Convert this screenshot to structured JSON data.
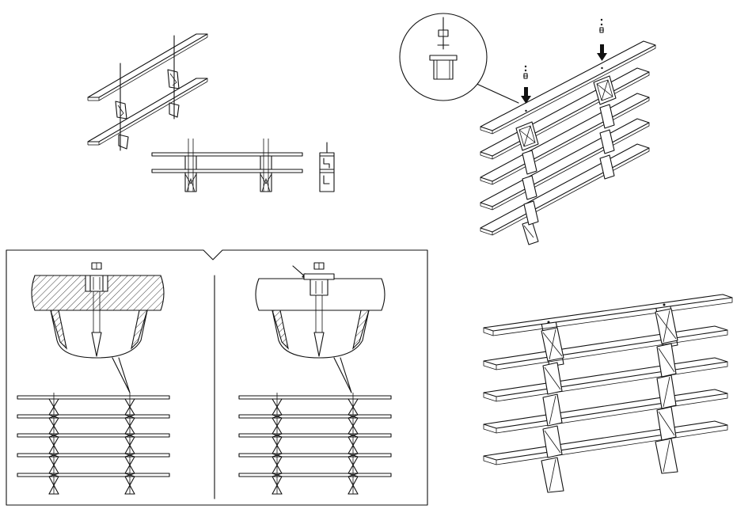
{
  "figure": {
    "steps": [
      {
        "id": "step-pair-exploded"
      },
      {
        "id": "step-insert-dowels"
      },
      {
        "id": "step-tighten-screws"
      },
      {
        "id": "step-assembled-shelf"
      }
    ],
    "shelf_count": 5,
    "line_color": "#111111",
    "background": "#ffffff"
  }
}
